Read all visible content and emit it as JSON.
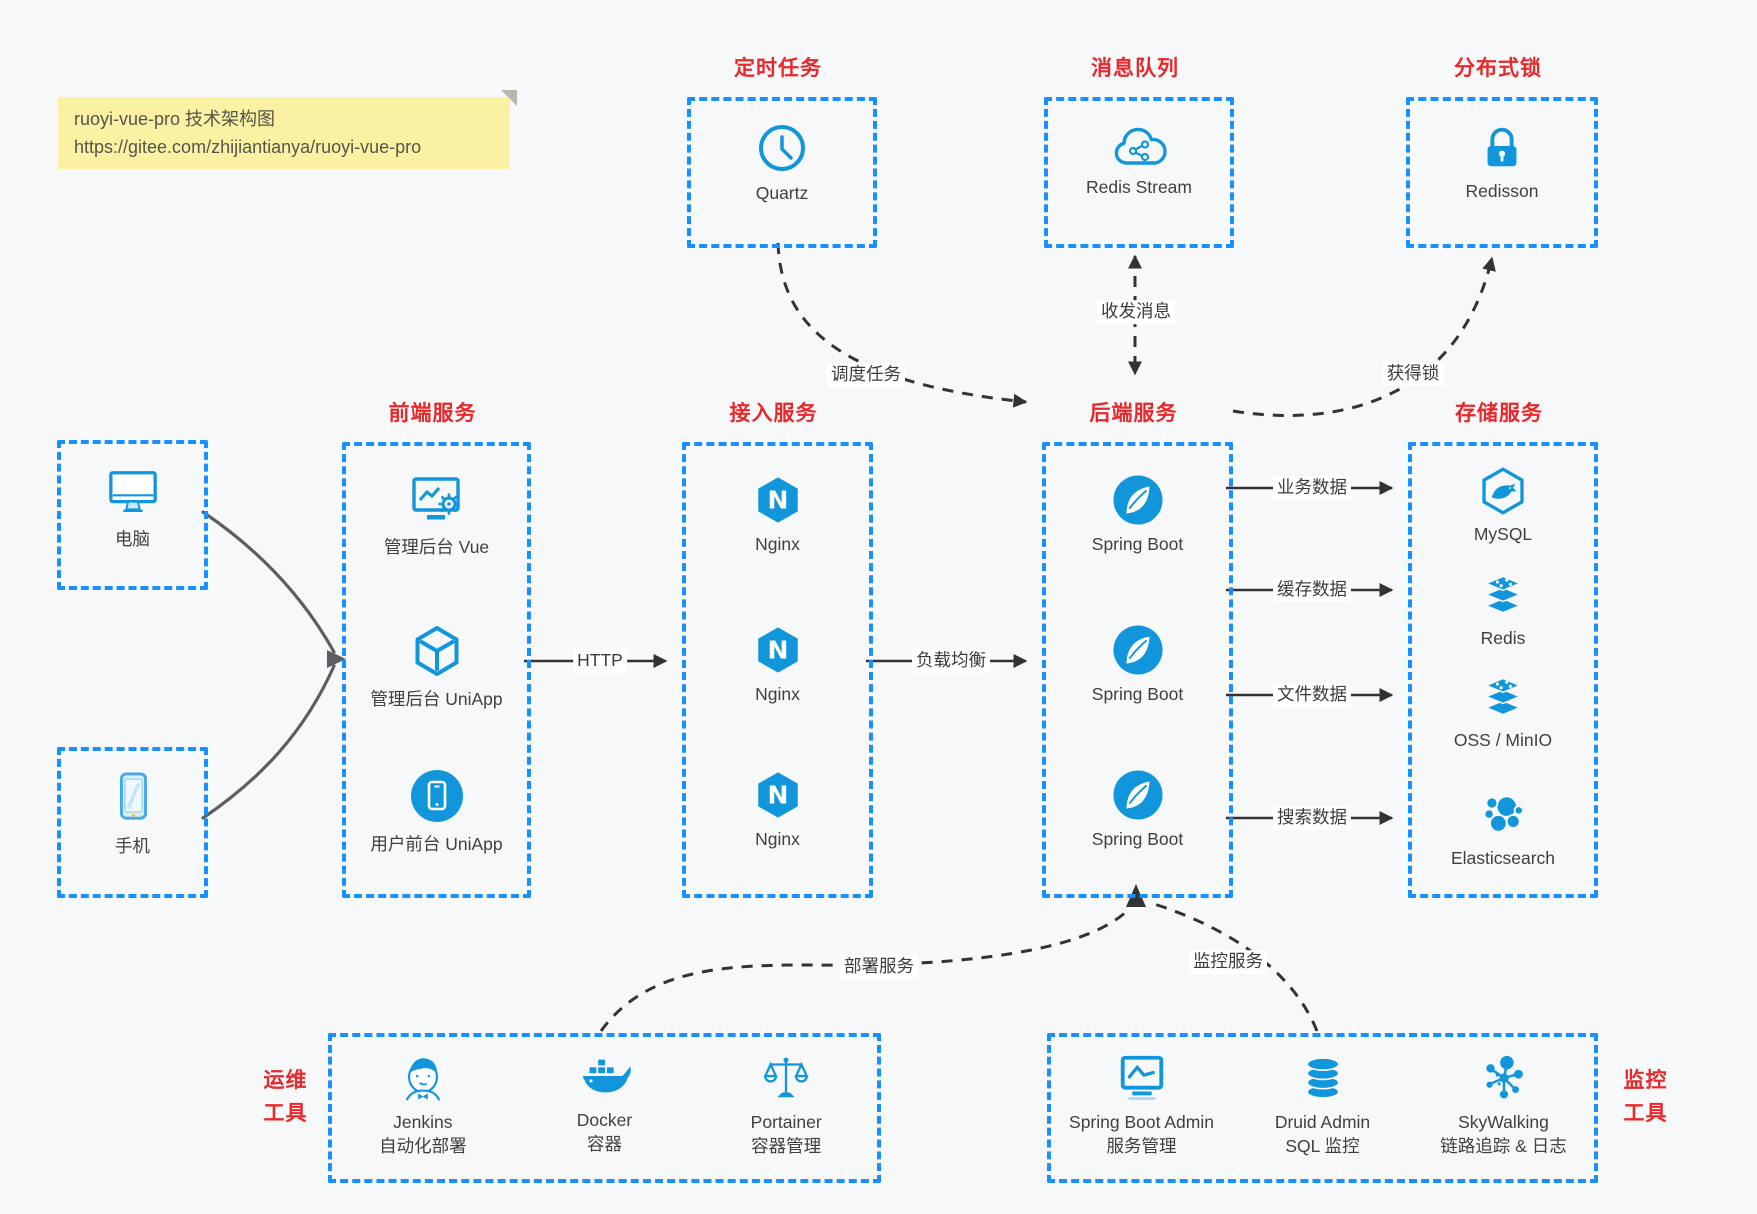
{
  "note": {
    "line1": "ruoyi-vue-pro 技术架构图",
    "line2": "https://gitee.com/zhijiantianya/ruoyi-vue-pro"
  },
  "groups": {
    "scheduled_job": {
      "title": "定时任务",
      "nodes": [
        {
          "icon": "clock-icon",
          "label": "Quartz"
        }
      ]
    },
    "message_queue": {
      "title": "消息队列",
      "nodes": [
        {
          "icon": "cloud-stream-icon",
          "label": "Redis Stream"
        }
      ]
    },
    "distributed_lock": {
      "title": "分布式锁",
      "nodes": [
        {
          "icon": "lock-icon",
          "label": "Redisson"
        }
      ]
    },
    "clients": {
      "nodes": [
        {
          "icon": "computer-icon",
          "label": "电脑"
        },
        {
          "icon": "phone-icon",
          "label": "手机"
        }
      ]
    },
    "frontend": {
      "title": "前端服务",
      "nodes": [
        {
          "icon": "admin-vue-icon",
          "label": "管理后台 Vue"
        },
        {
          "icon": "uniapp-cube-icon",
          "label": "管理后台 UniApp"
        },
        {
          "icon": "user-uniapp-icon",
          "label": "用户前台 UniApp"
        }
      ]
    },
    "access": {
      "title": "接入服务",
      "nodes": [
        {
          "icon": "nginx-icon",
          "label": "Nginx"
        },
        {
          "icon": "nginx-icon",
          "label": "Nginx"
        },
        {
          "icon": "nginx-icon",
          "label": "Nginx"
        }
      ]
    },
    "backend": {
      "title": "后端服务",
      "nodes": [
        {
          "icon": "springboot-icon",
          "label": "Spring Boot"
        },
        {
          "icon": "springboot-icon",
          "label": "Spring Boot"
        },
        {
          "icon": "springboot-icon",
          "label": "Spring Boot"
        }
      ]
    },
    "storage": {
      "title": "存储服务",
      "nodes": [
        {
          "icon": "mysql-icon",
          "label": "MySQL"
        },
        {
          "icon": "redis-stack-icon",
          "label": "Redis"
        },
        {
          "icon": "oss-stack-icon",
          "label": "OSS / MinIO"
        },
        {
          "icon": "elasticsearch-icon",
          "label": "Elasticsearch"
        }
      ]
    },
    "ops": {
      "title_line1": "运维",
      "title_line2": "工具",
      "nodes": [
        {
          "icon": "jenkins-icon",
          "label": "Jenkins",
          "sublabel": "自动化部署"
        },
        {
          "icon": "docker-icon",
          "label": "Docker",
          "sublabel": "容器"
        },
        {
          "icon": "portainer-icon",
          "label": "Portainer",
          "sublabel": "容器管理"
        }
      ]
    },
    "monitoring": {
      "title_line1": "监控",
      "title_line2": "工具",
      "nodes": [
        {
          "icon": "springboot-admin-icon",
          "label": "Spring Boot Admin",
          "sublabel": "服务管理"
        },
        {
          "icon": "druid-icon",
          "label": "Druid Admin",
          "sublabel": "SQL 监控"
        },
        {
          "icon": "skywalking-icon",
          "label": "SkyWalking",
          "sublabel": "链路追踪 & 日志"
        }
      ]
    }
  },
  "edges": {
    "http": "HTTP",
    "load_balance": "负载均衡",
    "business_data": "业务数据",
    "cache_data": "缓存数据",
    "file_data": "文件数据",
    "search_data": "搜索数据",
    "schedule_task": "调度任务",
    "send_receive_message": "收发消息",
    "acquire_lock": "获得锁",
    "deploy_service": "部署服务",
    "monitor_service": "监控服务"
  },
  "colors": {
    "accent_blue": "#1296db",
    "border_blue": "#1890ff",
    "title_red": "#e8282b",
    "arrow_dark": "#333333",
    "client_gray": "#5b5f64",
    "note_bg": "#faf1a2"
  }
}
